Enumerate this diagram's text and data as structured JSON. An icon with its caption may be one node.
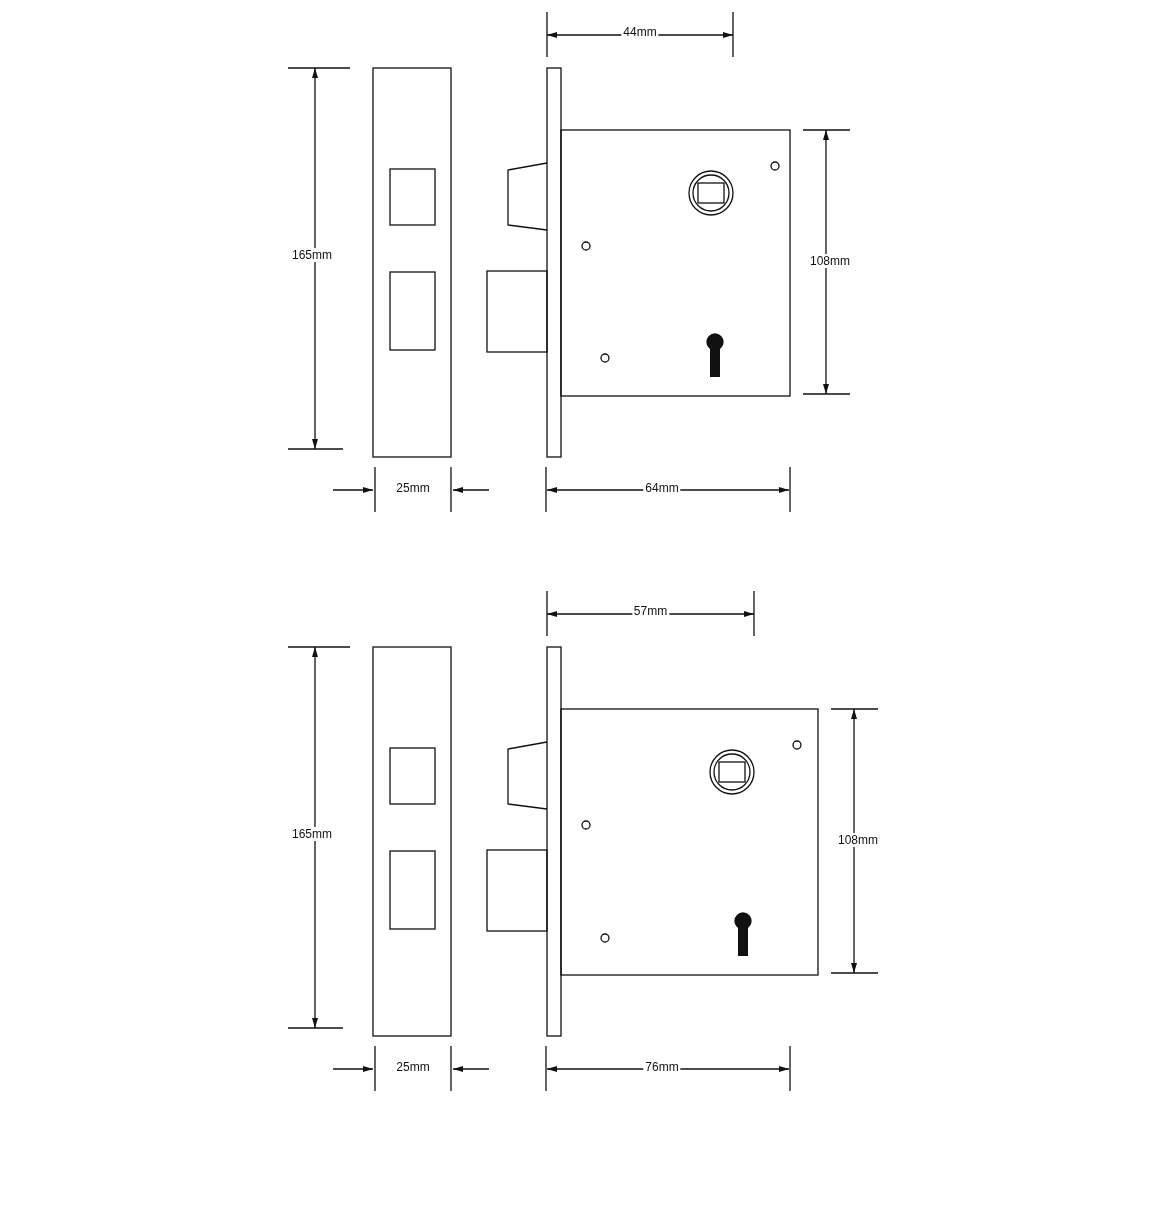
{
  "diagram": {
    "labels": [
      "44mm",
      "165mm",
      "108mm",
      "25mm",
      "64mm",
      "57mm",
      "165mm",
      "108mm",
      "25mm",
      "76mm"
    ]
  }
}
